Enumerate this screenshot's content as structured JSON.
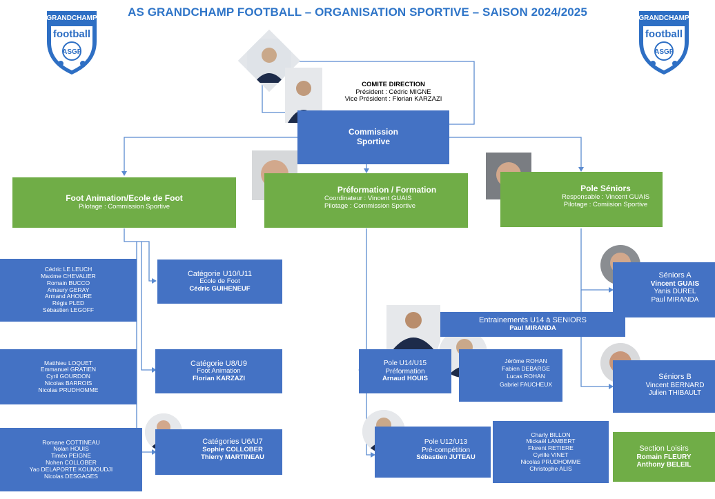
{
  "title": "AS GRANDCHAMP FOOTBALL – ORGANISATION SPORTIVE – SAISON 2024/2025",
  "colors": {
    "blue": "#4472c4",
    "green": "#70ad47",
    "title": "#2f75c8",
    "line": "#5b8bd0"
  },
  "logo": {
    "top": "GRANDCHAMP",
    "word": "football",
    "letters": "ASGF"
  },
  "comite": {
    "title": "COMITE DIRECTION",
    "line1": "Président : Cédric MIGNE",
    "line2": "Vice Président : Florian KARZAZI"
  },
  "commission": {
    "line1": "Commission",
    "line2": "Sportive"
  },
  "foot_animation": {
    "title": "Foot Animation/Ecole de Foot",
    "pilotage": "Pilotage : Commission Sportive"
  },
  "preformation": {
    "title": "Préformation / Formation",
    "line1": "Coordinateur : Vincent GUAIS",
    "line2": "Pilotage : Commission Sportive"
  },
  "seniors_pole": {
    "title": "Pole Séniors",
    "line1": "Responsable : Vincent GUAIS",
    "line2": "Pilotage : Comiision Sportive"
  },
  "list_u10": [
    "Cédric LE LEUCH",
    "Maxime CHEVALIER",
    "Romain BUCCO",
    "Amaury GERAY",
    "Armand AHOURE",
    "Régis PLED",
    "Sébastien LEGOFF"
  ],
  "u10": {
    "title": "Catégorie U10/U11",
    "line1": "Ecole de Foot",
    "line2": "Cédric GUIHENEUF"
  },
  "list_u8": [
    "Matthieu LOQUET",
    "Emmanuel GRATIEN",
    "Cyril GOURDON",
    "Nicolas BARROIS",
    "Nicolas PRUDHOMME"
  ],
  "u8": {
    "title": "Catégorie U8/U9",
    "line1": "Foot Animation",
    "line2": "Florian KARZAZI"
  },
  "list_u6": [
    "Romane COTTINEAU",
    "Nolan HOUIS",
    "Timéo PEIGNE",
    "Nohen COLLOBER",
    "Yao DELAPORTE KOUNOUDJI",
    "Nicolas DESGAGES"
  ],
  "u6": {
    "title": "Catégories U6/U7",
    "line1": "Sophie COLLOBER",
    "line2": "Thierry MARTINEAU"
  },
  "entrainements": {
    "title": "Entrainements U14 à SENIORS",
    "name": "Paul MIRANDA"
  },
  "u14": {
    "line1": "Pole U14/U15",
    "line2": "Préformation",
    "line3": "Arnaud HOUIS"
  },
  "list_u14": [
    "Jérôme ROHAN",
    "Fabien DEBARGE",
    "Lucas ROHAN",
    "Gabriel FAUCHEUX"
  ],
  "u12": {
    "line1": "Pole U12/U13",
    "line2": "Pré-compétition",
    "line3": "Sébastien JUTEAU"
  },
  "list_u12": [
    "Charly BILLON",
    "Mickaël LAMBERT",
    "Florent RETIERE",
    "Cyrille VINET",
    "Nicolas PRUDHOMME",
    "Christophe ALIS"
  ],
  "seniors_a": {
    "title": "Séniors A",
    "line1": "Vincent GUAIS",
    "line2": "Yanis DUREL",
    "line3": "Paul MIRANDA"
  },
  "seniors_b": {
    "title": "Séniors B",
    "line1": "Vincent BERNARD",
    "line2": "Julien THIBAULT"
  },
  "loisirs": {
    "title": "Section Loisirs",
    "line1": "Romain FLEURY",
    "line2": "Anthony BELEIL"
  }
}
